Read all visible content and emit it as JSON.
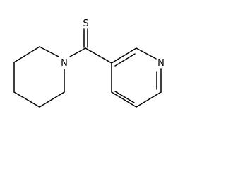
{
  "molecule": {
    "atoms": {
      "sulfur": "S",
      "amine_nitrogen": "N",
      "pyridine_nitrogen": "N"
    }
  },
  "colors": {
    "bond": "#000000",
    "background": "#ffffff"
  }
}
